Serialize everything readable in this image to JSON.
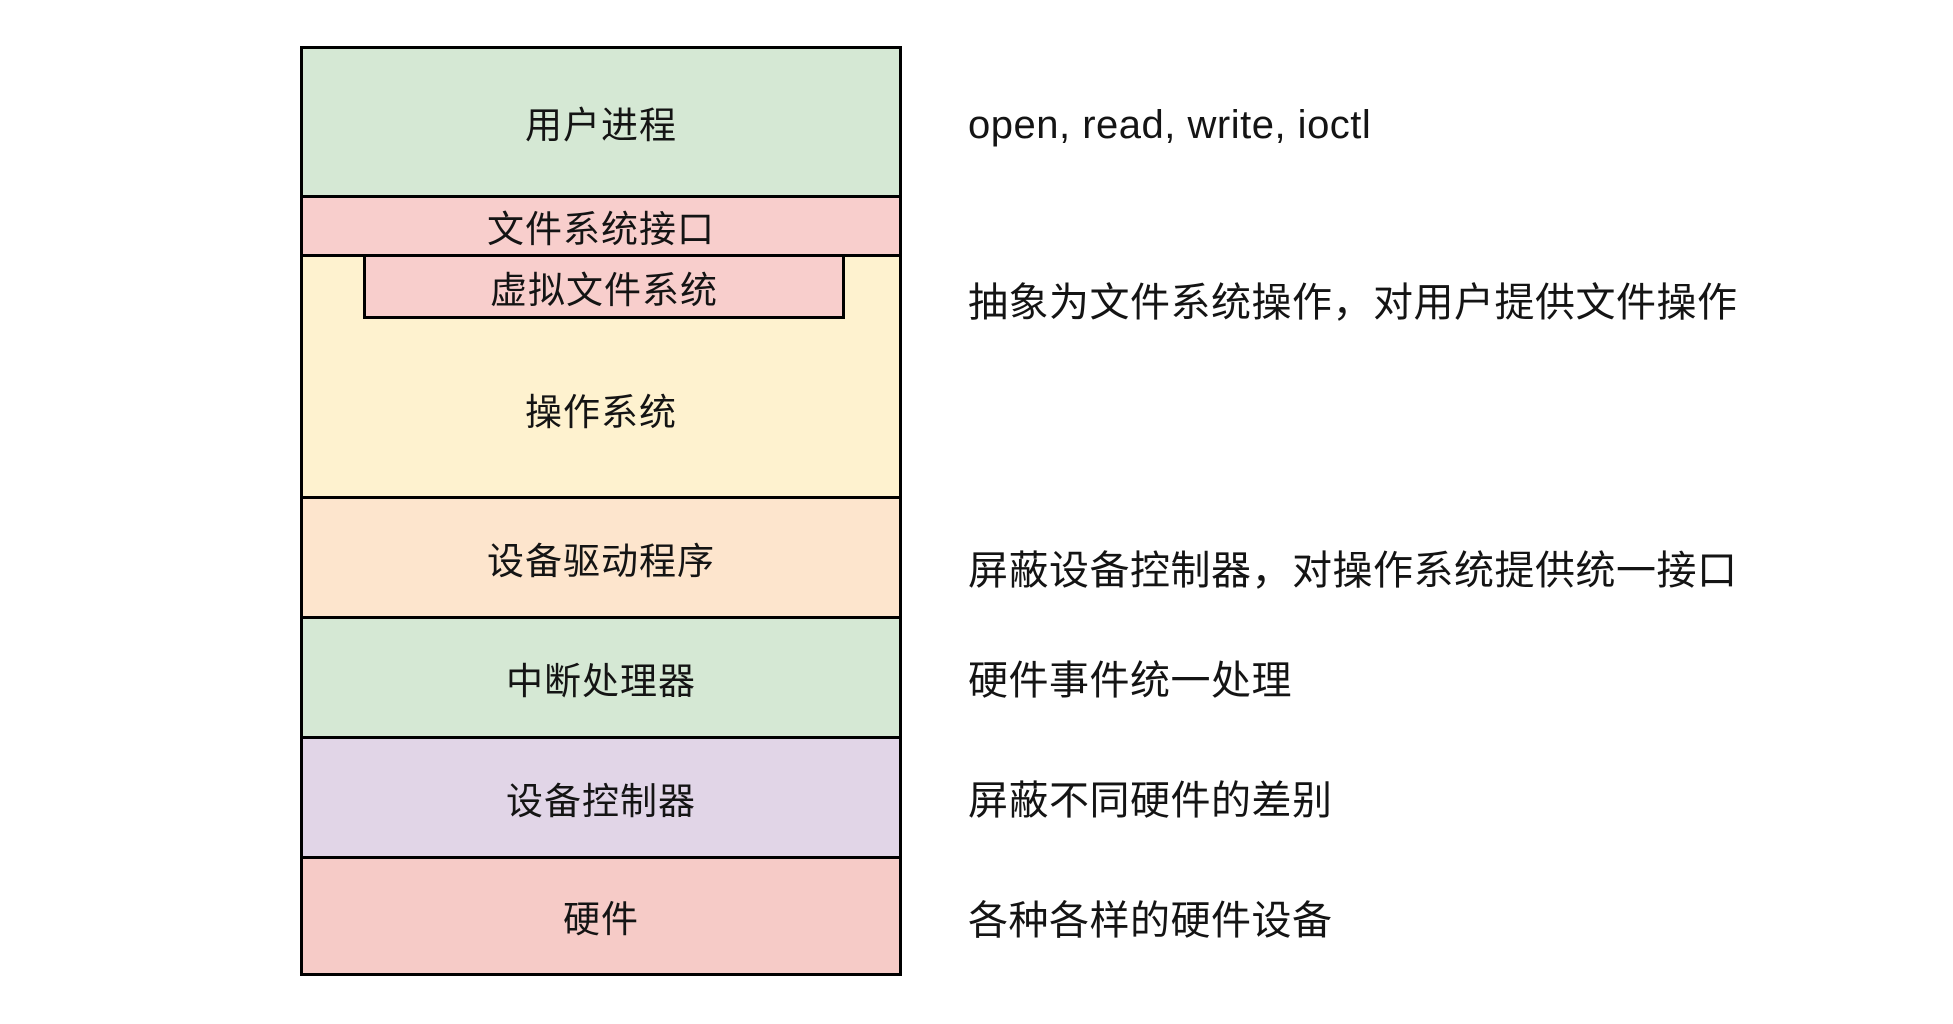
{
  "diagram": {
    "background": "#ffffff",
    "border_color": "#000000",
    "text_color": "#141414",
    "layers": [
      {
        "id": "user-process",
        "label": "用户进程",
        "color": "#d5e8d4"
      },
      {
        "id": "fs-interface",
        "label": "文件系统接口",
        "color": "#f8cecc"
      },
      {
        "id": "operating-system",
        "label": "操作系统",
        "color": "#fef2cf",
        "inner": {
          "id": "virtual-file-system",
          "label": "虚拟文件系统",
          "color": "#f8cecc"
        }
      },
      {
        "id": "device-driver",
        "label": "设备驱动程序",
        "color": "#fde5cd"
      },
      {
        "id": "interrupt-handler",
        "label": "中断处理器",
        "color": "#d5e8d4"
      },
      {
        "id": "device-controller",
        "label": "设备控制器",
        "color": "#e1d5e7"
      },
      {
        "id": "hardware",
        "label": "硬件",
        "color": "#f6cbc7"
      }
    ],
    "annotations": [
      {
        "id": "syscalls",
        "text": "open, read, write, ioctl"
      },
      {
        "id": "vfs-note",
        "text": "抽象为文件系统操作，对用户提供文件操作"
      },
      {
        "id": "driver-note",
        "text": "屏蔽设备控制器，对操作系统提供统一接口"
      },
      {
        "id": "interrupt-note",
        "text": "硬件事件统一处理"
      },
      {
        "id": "controller-note",
        "text": "屏蔽不同硬件的差别"
      },
      {
        "id": "hardware-note",
        "text": "各种各样的硬件设备"
      }
    ]
  }
}
